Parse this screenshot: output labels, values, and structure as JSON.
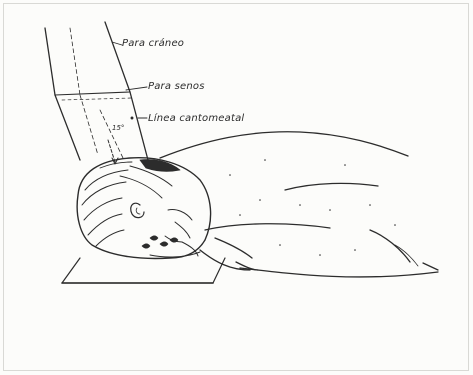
{
  "labels": {
    "cranium": "Para cráneo",
    "sinus": "Para senos",
    "canthomeatal_line": "Línea cantomeatal"
  },
  "colors": {
    "ink": "#2c2c2c",
    "paper": "#fcfcfa"
  }
}
